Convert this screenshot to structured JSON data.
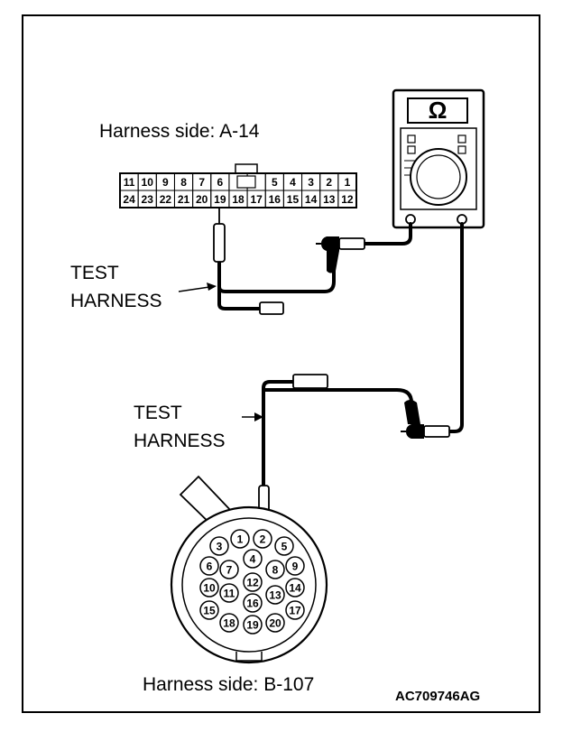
{
  "labels": {
    "harness_a": "Harness side: A-14",
    "harness_b": "Harness side: B-107",
    "test_1": "TEST",
    "harness_1": "HARNESS",
    "test_2": "TEST",
    "harness_2": "HARNESS",
    "figure_code": "AC709746AG"
  },
  "meter": {
    "symbol": "Ω"
  },
  "connector_a": {
    "top_row": [
      "11",
      "10",
      "9",
      "8",
      "7",
      "6",
      "",
      "5",
      "4",
      "3",
      "2",
      "1"
    ],
    "bottom_row": [
      "24",
      "23",
      "22",
      "21",
      "20",
      "19",
      "18",
      "17",
      "16",
      "15",
      "14",
      "13",
      "12"
    ]
  },
  "connector_b": {
    "pins": [
      "1",
      "2",
      "3",
      "4",
      "5",
      "6",
      "7",
      "8",
      "9",
      "10",
      "11",
      "12",
      "13",
      "14",
      "15",
      "16",
      "17",
      "18",
      "19",
      "20"
    ]
  }
}
